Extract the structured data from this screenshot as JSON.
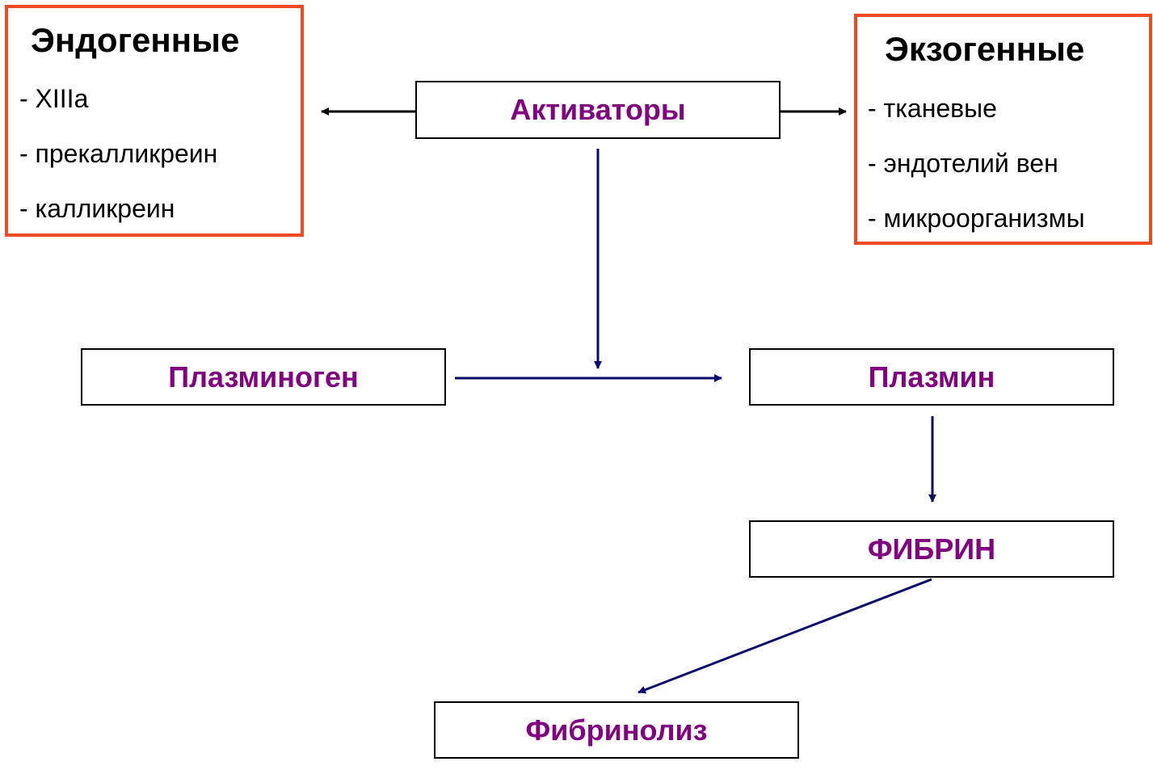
{
  "endogenous": {
    "title": "Эндогенные",
    "items": [
      "- XIIIa",
      "- прекалликреин",
      "- калликреин"
    ]
  },
  "exogenous": {
    "title": "Экзогенные",
    "items": [
      "- тканевые",
      "- эндотелий вен",
      "- микроорганизмы"
    ]
  },
  "nodes": {
    "activators": "Активаторы",
    "plasminogen": "Плазминоген",
    "plasmin": "Плазмин",
    "fibrin": "ФИБРИН",
    "fibrinolysis": "Фибринолиз"
  },
  "colors": {
    "node_text": "#800080",
    "arrow_blue": "#0a0a6e",
    "arrow_black": "#000000",
    "orange_border": "#f04a23"
  }
}
